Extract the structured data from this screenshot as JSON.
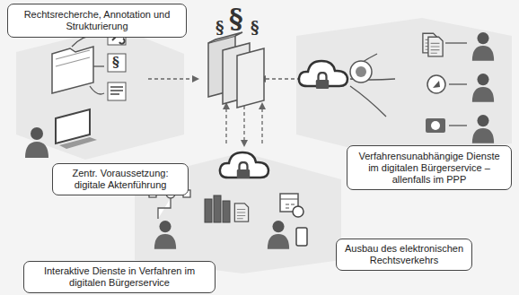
{
  "diagram": {
    "nodes": [
      {
        "text": [
          "Rechtsrecherche, Annotation und Strukturierung"
        ]
      },
      {
        "text": [
          "Zentr. Voraussetzung: digitale Aktenführung"
        ]
      },
      {
        "text": [
          "Verfahrensunabhängige Dienste im digitalen Bürgerservice – allenfalls im PPP"
        ]
      },
      {
        "text": [
          "Ausbau des elektronischen Rechtsverkehrs"
        ]
      },
      {
        "text": [
          "Interaktive Dienste in Verfahren im digitalen Bürgerservice"
        ]
      }
    ],
    "labels": [
      "§",
      "§",
      "§",
      "§"
    ]
  }
}
